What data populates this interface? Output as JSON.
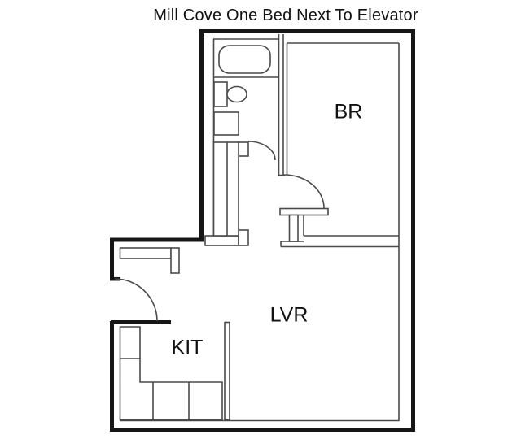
{
  "title": "Mill Cove One Bed Next To Elevator",
  "rooms": {
    "bedroom": {
      "label": "BR"
    },
    "living_room": {
      "label": "LVR"
    },
    "kitchen": {
      "label": "KIT"
    }
  },
  "fixtures": {
    "bathtub": "bathtub-icon",
    "toilet": "toilet-icon",
    "vanity": "sink-vanity-icon",
    "hall_closet": "closet-icon",
    "entry_closet": "closet-icon",
    "kitchen_counter": "counter-icon"
  },
  "colors": {
    "background": "#ffffff",
    "wall": "#161616",
    "interior_line": "#4a4a4a",
    "text": "#111111"
  }
}
